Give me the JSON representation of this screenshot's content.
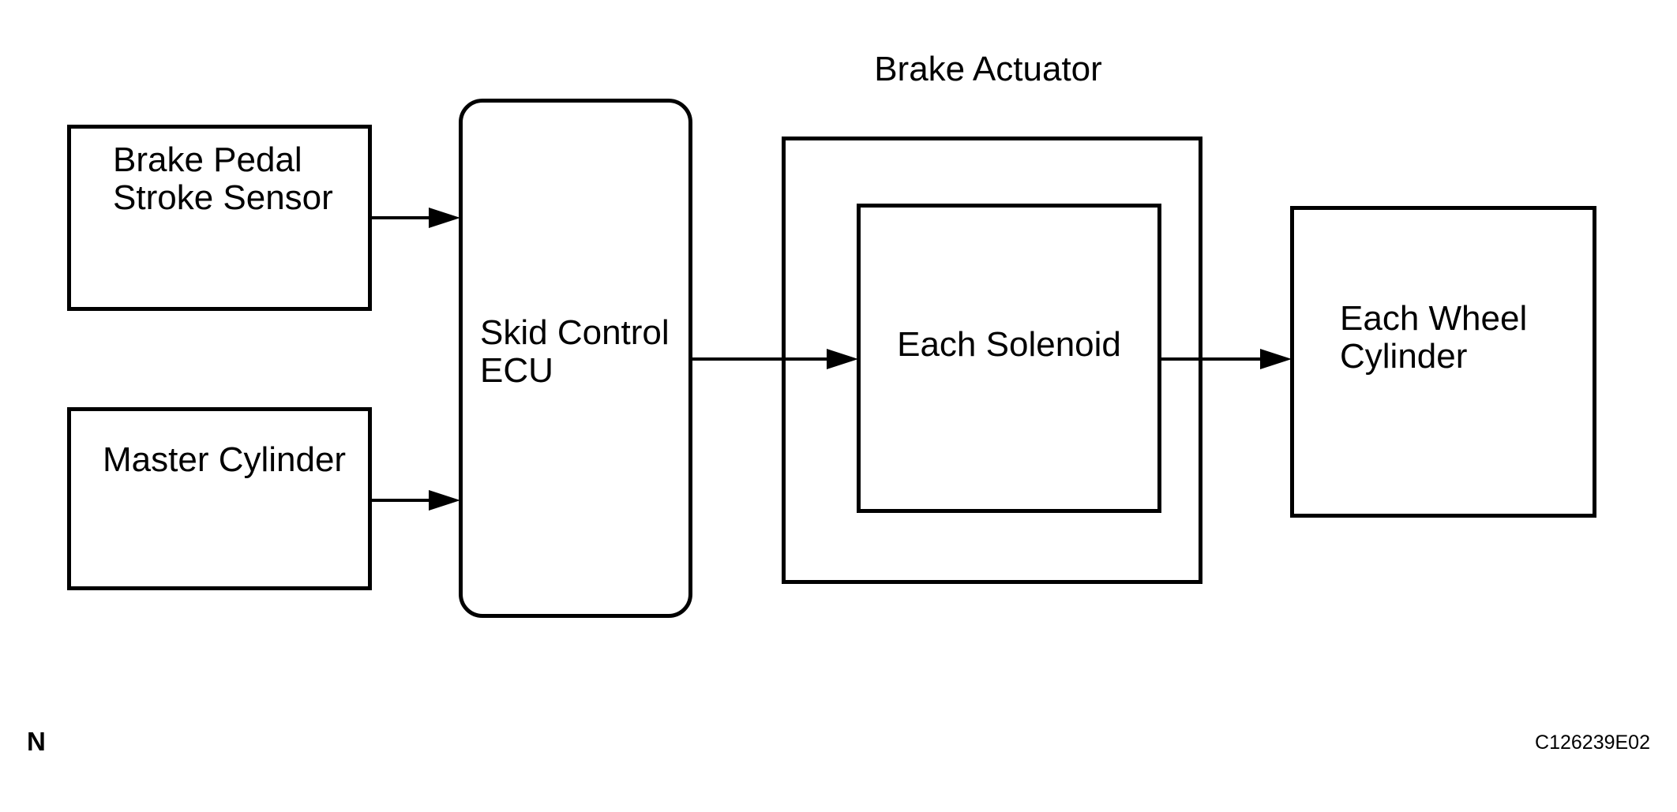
{
  "diagram": {
    "title": "Brake Actuator",
    "nodes": {
      "brake_pedal_stroke_sensor": {
        "label": "Brake Pedal\nStroke Sensor"
      },
      "master_cylinder": {
        "label": "Master Cylinder"
      },
      "skid_control_ecu": {
        "label": "Skid Control\nECU"
      },
      "each_solenoid": {
        "label": "Each Solenoid"
      },
      "each_wheel_cylinder": {
        "label": "Each Wheel\nCylinder"
      }
    },
    "connections": [
      {
        "from": "Brake Pedal Stroke Sensor",
        "to": "Skid Control ECU"
      },
      {
        "from": "Master Cylinder",
        "to": "Skid Control ECU"
      },
      {
        "from": "Skid Control ECU",
        "to": "Each Solenoid"
      },
      {
        "from": "Each Solenoid",
        "to": "Each Wheel Cylinder"
      }
    ],
    "footer": {
      "page_marker": "N",
      "figure_code": "C126239E02"
    },
    "colors": {
      "line": "#000000",
      "background": "#ffffff"
    }
  }
}
